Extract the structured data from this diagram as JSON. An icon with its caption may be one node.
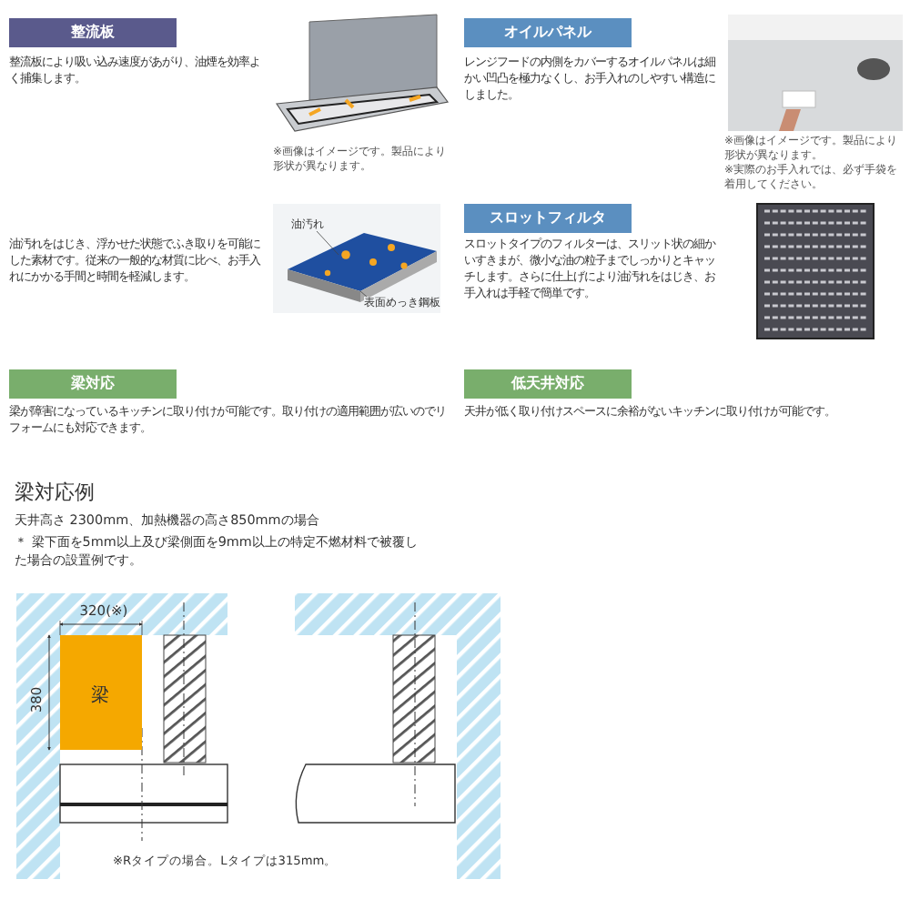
{
  "diagram": {
    "labels": [
      "整流板",
      "整流板により吸い込み速度があがり、油煙を効率よく捕集します。",
      "※画像はイメージです。製品により形状が異なります。",
      "オイルパネル",
      "レンジフードの内側をカバーするオイルパネルは細かい凹凸を極力なくし、お手入れのしやすい構造にしました。",
      "※画像はイメージです。製品により形状が異なります。",
      "※実際のお手入れでは、必ず手袋を着用してください。",
      "油汚れをはじき、浮かせた状態でふき取りを可能にした素材です。従来の一般的な材質に比べ、お手入れにかかる手間と時間を軽減します。",
      "油汚れ",
      "表面めっき鋼板",
      "スロットフィルタ",
      "スロットタイプのフィルターは、スリット状の細かいすきまが、微小な油の粒子までしっかりとキャッチします。さらに仕上げにより油汚れをはじき、お手入れは手軽で簡単です。",
      "梁対応",
      "梁が障害になっているキッチンに取り付けが可能です。取り付けの適用範囲が広いのでリフォームにも対応できます。",
      "低天井対応",
      "天井が低く取り付けスペースに余裕がないキッチンに取り付けが可能です。",
      "梁対応例",
      "天井高さ 2300mm、加熱機器の高さ850mmの場合",
      "＊ 梁下面を5mm以上及び梁側面を9mm以上の特定不燃材料で被覆した場合の設置例です。",
      "320(※)",
      "380",
      "梁",
      "※Rタイプの場合。Lタイプは315mm。"
    ]
  }
}
